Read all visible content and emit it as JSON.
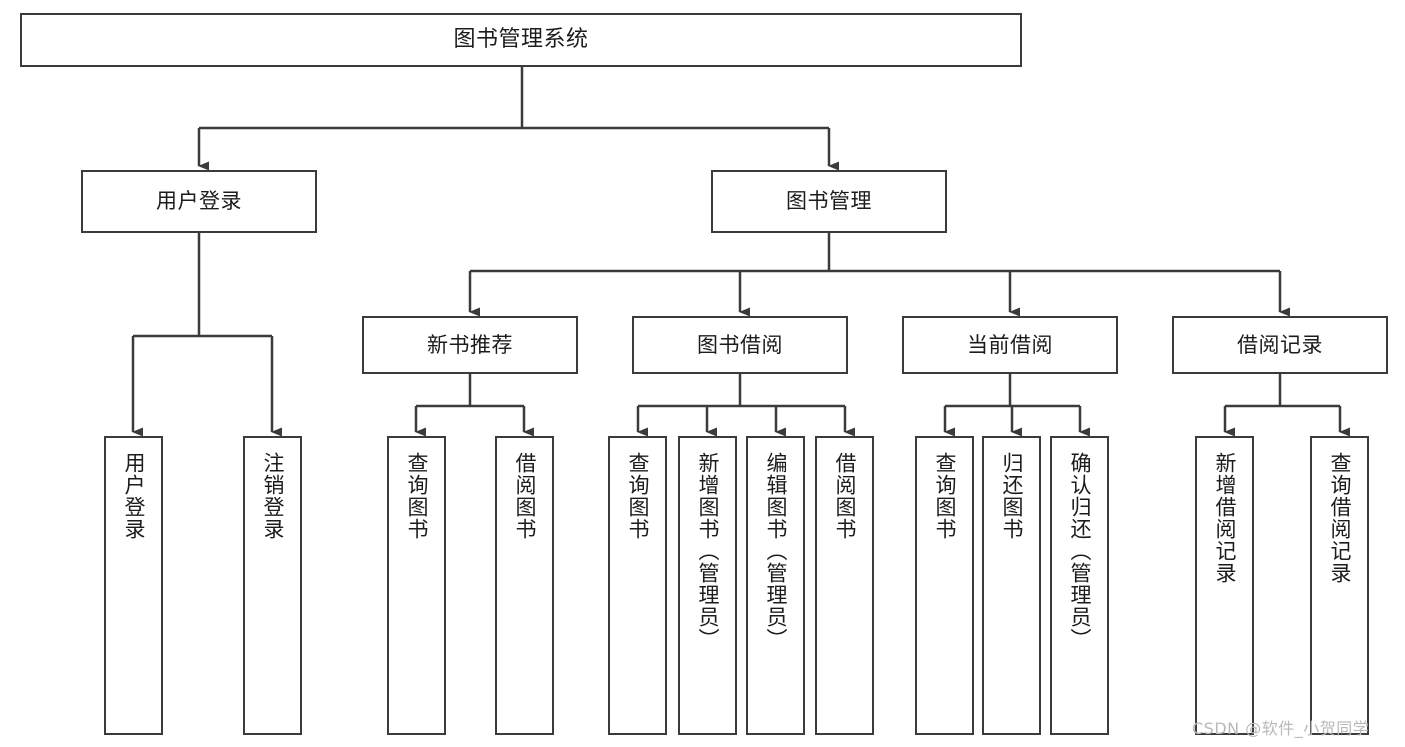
{
  "diagram": {
    "title": "图书管理系统",
    "watermark": "CSDN @软件_小贺同学",
    "line_color": "#3b3b3b",
    "box_fill": "#ffffff",
    "text_color": "#1c1c1c",
    "nodes": {
      "root": "图书管理系统",
      "user_login": "用户登录",
      "book_manage": "图书管理",
      "new_book_recommend": "新书推荐",
      "book_borrow": "图书借阅",
      "current_borrow": "当前借阅",
      "borrow_record": "借阅记录",
      "leaf_user_login": "用户登录",
      "leaf_logout": "注销登录",
      "leaf_query_book_1": "查询图书",
      "leaf_borrow_book_1": "借阅图书",
      "leaf_query_book_2": "查询图书",
      "leaf_add_book_admin": "新增图书（管理员）",
      "leaf_edit_book_admin": "编辑图书（管理员）",
      "leaf_borrow_book_2": "借阅图书",
      "leaf_query_book_3": "查询图书",
      "leaf_return_book": "归还图书",
      "leaf_confirm_return_admin": "确认归还（管理员）",
      "leaf_add_borrow_record": "新增借阅记录",
      "leaf_query_borrow_record": "查询借阅记录"
    }
  }
}
